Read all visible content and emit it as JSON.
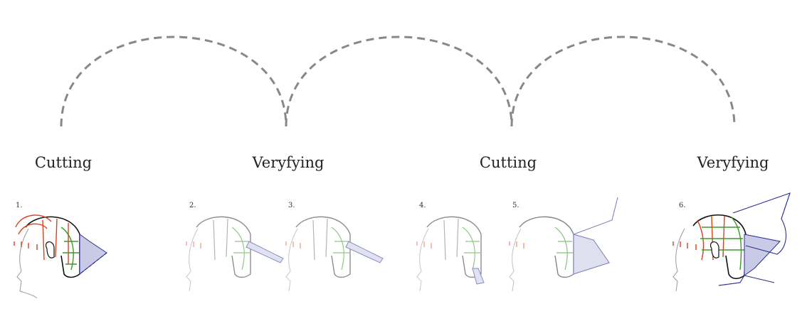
{
  "stages": [
    "Cutting",
    "Veryfying",
    "Cutting",
    "Veryfying"
  ],
  "panels": [
    "1.",
    "2.",
    "3.",
    "4.",
    "5.",
    "6."
  ],
  "colors": {
    "arc": "#888888",
    "head": "#999999",
    "red": "#d9411e",
    "green": "#3a9a2a",
    "blue": "#2c2f8f",
    "fill": "#c9cbe6"
  }
}
